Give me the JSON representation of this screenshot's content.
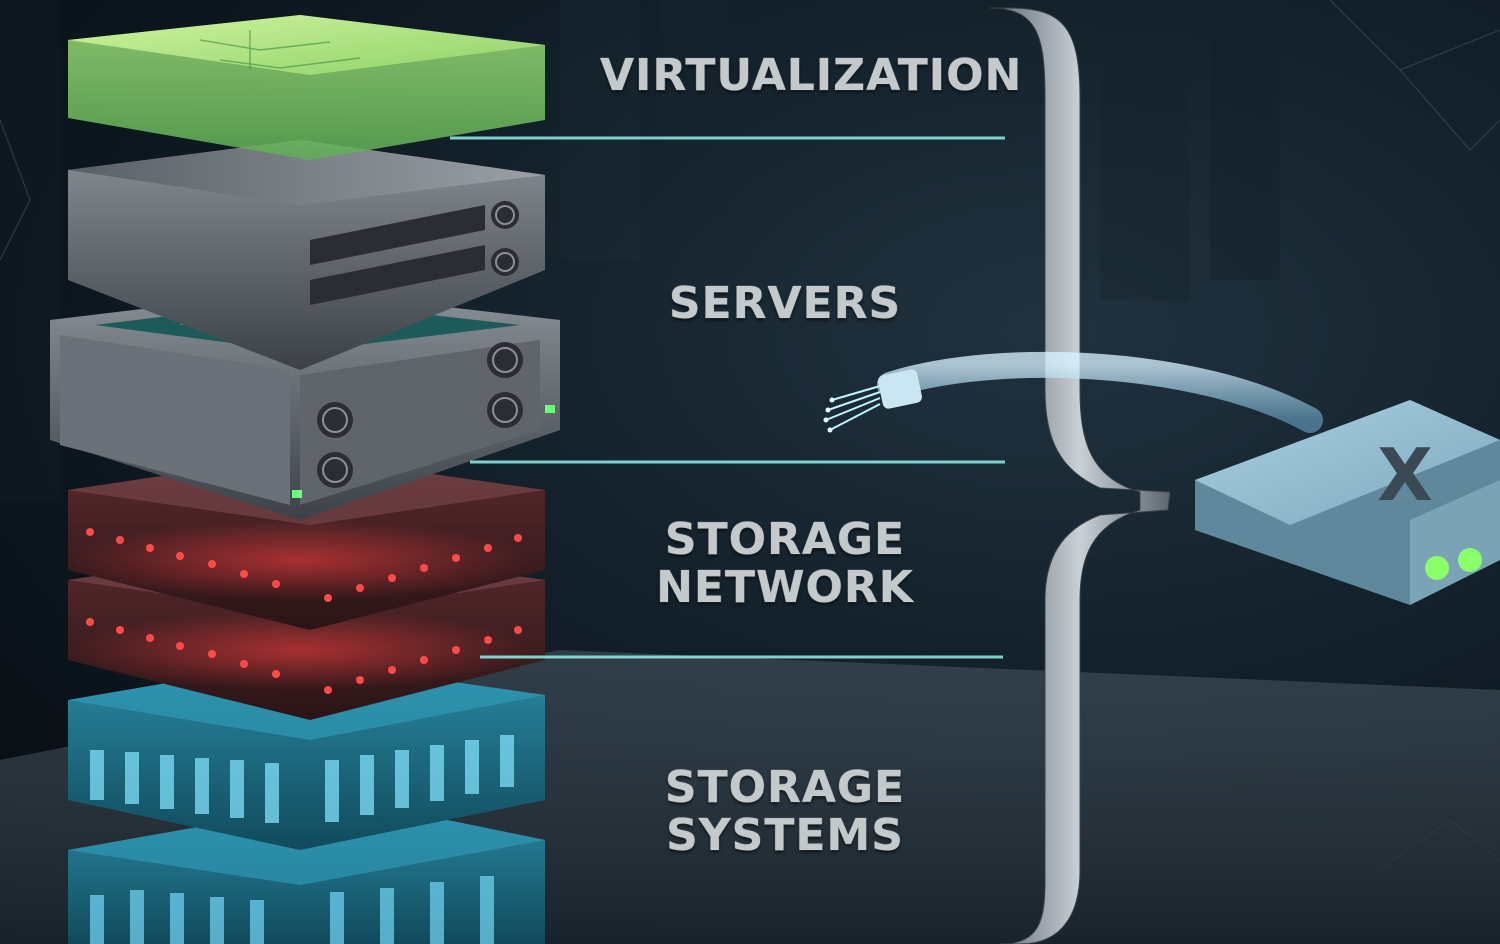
{
  "layers": [
    {
      "id": "virtualization",
      "lines": [
        "VIRTUALIZATION"
      ]
    },
    {
      "id": "servers",
      "lines": [
        "SERVERS"
      ]
    },
    {
      "id": "storage-network",
      "lines": [
        "STORAGE",
        "NETWORK"
      ]
    },
    {
      "id": "storage-systems",
      "lines": [
        "STORAGE",
        "SYSTEMS"
      ]
    }
  ],
  "switch_logo": "X",
  "colors": {
    "virtualization": "#b7e882",
    "server": "#4a4f55",
    "network_led": "#ff3b3b",
    "storage": "#1f6f86",
    "connector_glow": "#8ff2ea",
    "switch": "#8fb7cc",
    "switch_led": "#8bff6a",
    "label": "#c4c9cc"
  }
}
